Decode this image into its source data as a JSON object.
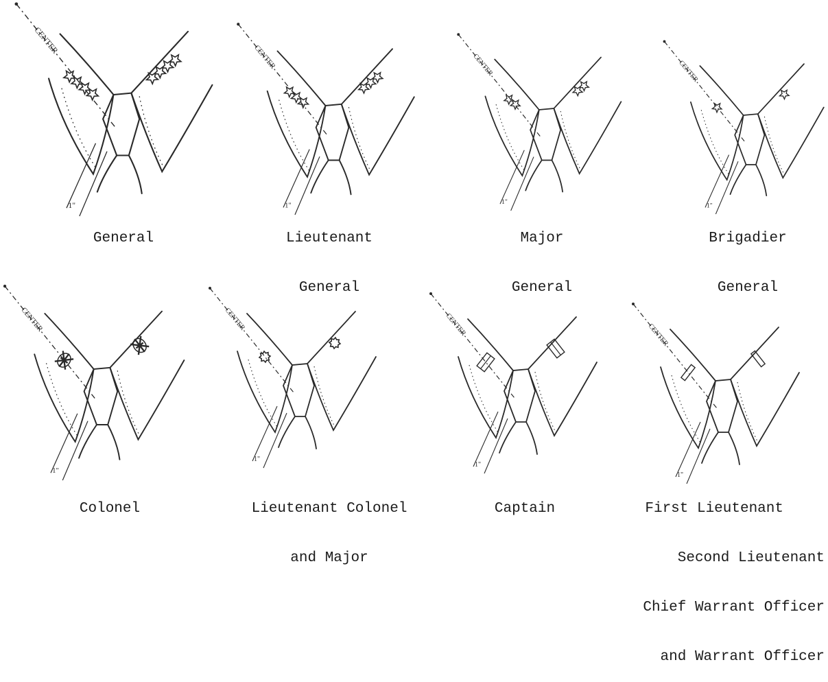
{
  "center_label": "CENTER",
  "measure_label": "1\"",
  "panels": [
    {
      "caption": [
        "General"
      ],
      "insignia": "stars",
      "count": 4
    },
    {
      "caption": [
        "Lieutenant",
        "General"
      ],
      "insignia": "stars",
      "count": 3
    },
    {
      "caption": [
        "Major",
        "General"
      ],
      "insignia": "stars",
      "count": 2
    },
    {
      "caption": [
        "Brigadier",
        "General"
      ],
      "insignia": "stars",
      "count": 1
    },
    {
      "caption": [
        "Colonel"
      ],
      "insignia": "eagle",
      "count": 1
    },
    {
      "caption": [
        "Lieutenant Colonel",
        "and Major"
      ],
      "insignia": "oak-leaf",
      "count": 1
    },
    {
      "caption": [
        "Captain"
      ],
      "insignia": "bars",
      "count": 2
    },
    {
      "caption": [
        "First Lieutenant",
        "Second Lieutenant",
        "Chief Warrant Officer",
        "and Warrant Officer"
      ],
      "insignia": "bars",
      "count": 1
    }
  ]
}
